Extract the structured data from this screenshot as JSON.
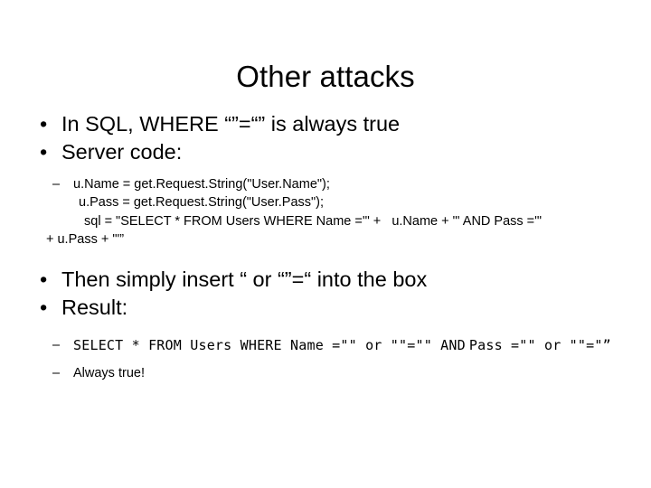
{
  "slide": {
    "title": "Other attacks",
    "background_color": "#ffffff",
    "text_color": "#000000",
    "bullets": [
      {
        "level": 1,
        "marker": "•",
        "text": "In SQL, WHERE “”=“” is always true"
      },
      {
        "level": 1,
        "marker": "•",
        "text": "Server code:"
      }
    ],
    "code_block": {
      "marker": "–",
      "lines": [
        "u.Name = get.Request.String(\"User.Name\");",
        "u.Pass = get.Request.String(\"User.Pass\");",
        "sql = \"SELECT * FROM Users WHERE Name ='\" +   u.Name + \"' AND Pass ='\"",
        "+ u.Pass + \"'”"
      ]
    },
    "bullets_2": [
      {
        "level": 1,
        "marker": "•",
        "text": "Then simply insert “ or “”=“ into the box"
      },
      {
        "level": 1,
        "marker": "•",
        "text": "Result:"
      }
    ],
    "result_block": {
      "marker": "–",
      "mono_line_1": "SELECT * FROM Users WHERE Name =\"\" or \"\"=\"\" AND",
      "mono_line_2": "Pass =\"\" or \"\"=\"”",
      "final_marker": "–",
      "final_text": "Always true!"
    }
  }
}
